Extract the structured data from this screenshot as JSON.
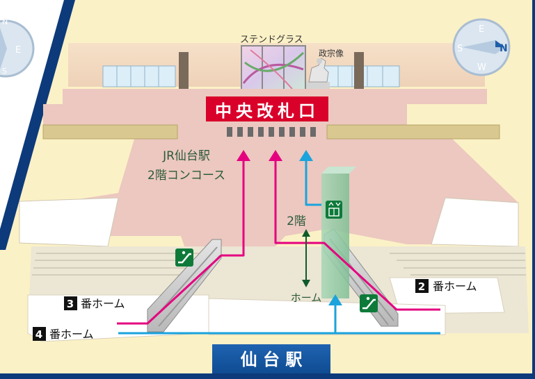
{
  "top_labels": {
    "stained_glass": "ステンドグラス",
    "masamune_statue": "政宗像"
  },
  "gate": {
    "label": "中央改札口",
    "color": "#d9002a"
  },
  "concourse": {
    "line1": "JR仙台駅",
    "line2": "2階コンコース"
  },
  "elevator": {
    "floor_2": "2階",
    "home": "ホーム"
  },
  "platforms": [
    {
      "number": "2",
      "suffix": "番ホーム"
    },
    {
      "number": "3",
      "suffix": "番ホーム"
    },
    {
      "number": "4",
      "suffix": "番ホーム"
    }
  ],
  "station_name": "仙 台 駅",
  "compass_left": {
    "east": "E",
    "north": "N",
    "south": "S"
  },
  "compass_right": {
    "east": "E",
    "north": "N",
    "south": "S",
    "west": "W"
  },
  "colors": {
    "magenta_route": "#e5007f",
    "blue_route": "#1aa3dc",
    "border_navy": "#0d3a7a",
    "background": "#fbf1c6",
    "concourse_floor": "#ecc8c0",
    "elevator_green": "#0e7a3a"
  },
  "icons": [
    "escalator-icon",
    "elevator-icon",
    "compass-icon"
  ]
}
